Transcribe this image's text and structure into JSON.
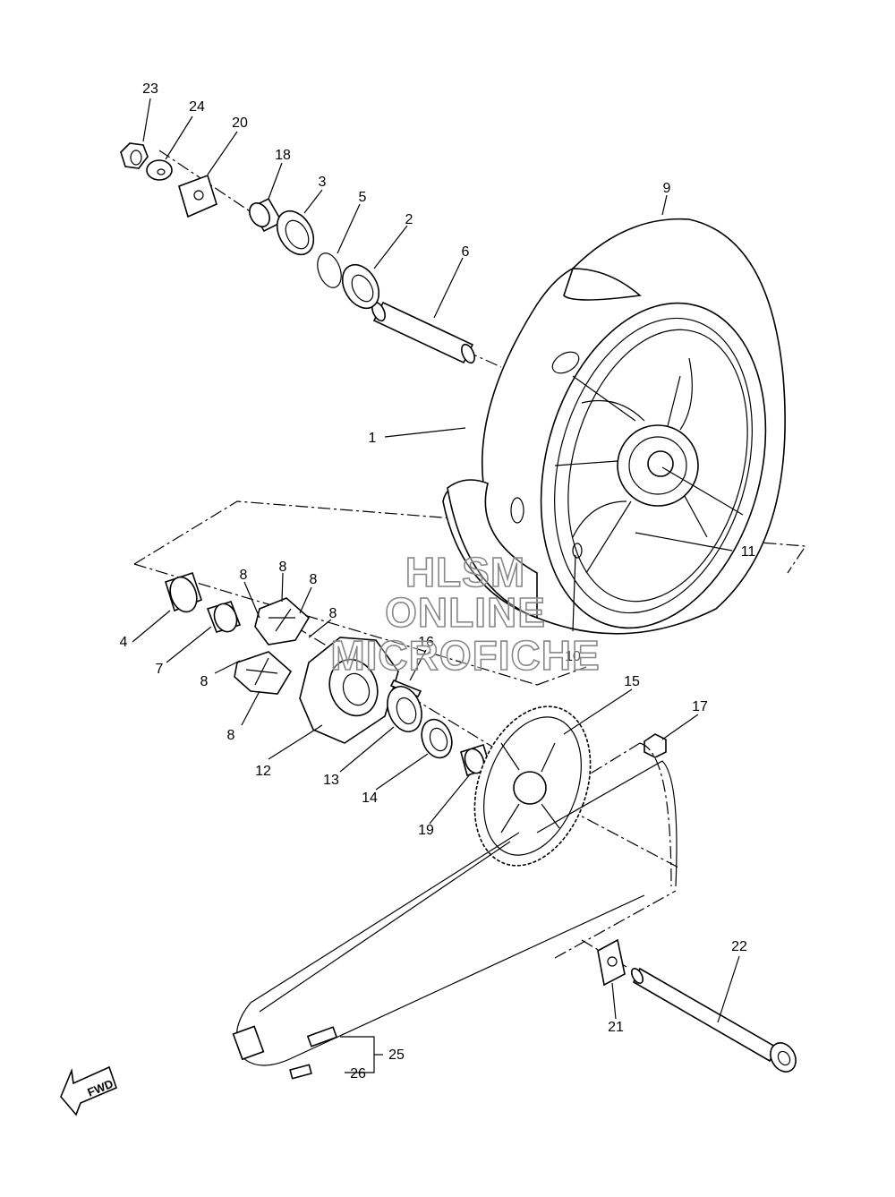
{
  "watermark": {
    "line1": "HLSM",
    "line2": "ONLINE",
    "line3": "MICROFICHE"
  },
  "fwd_badge": {
    "label": "FWD"
  },
  "callouts": {
    "c1": "1",
    "c2": "2",
    "c3": "3",
    "c4": "4",
    "c5": "5",
    "c6": "6",
    "c7": "7",
    "c8a": "8",
    "c8b": "8",
    "c8c": "8",
    "c8d": "8",
    "c8e": "8",
    "c8f": "8",
    "c9": "9",
    "c10": "10",
    "c11": "11",
    "c12": "12",
    "c13": "13",
    "c14": "14",
    "c15": "15",
    "c16": "16",
    "c17": "17",
    "c18": "18",
    "c19": "19",
    "c20": "20",
    "c21": "21",
    "c22": "22",
    "c23": "23",
    "c24": "24",
    "c25": "25",
    "c26": "26"
  }
}
